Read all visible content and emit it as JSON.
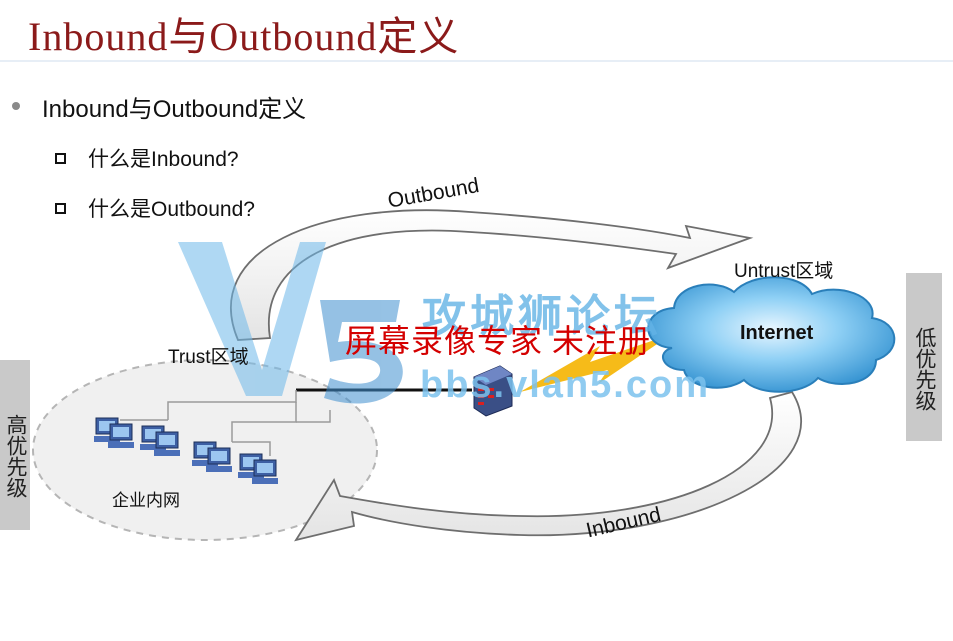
{
  "title": "Inbound与Outbound定义",
  "bullet": "Inbound与Outbound定义",
  "sub_items": [
    "什么是Inbound?",
    "什么是Outbound?"
  ],
  "diagram": {
    "outbound_label": "Outbound",
    "inbound_label": "Inbound",
    "untrust_label": "Untrust区域",
    "trust_label": "Trust区域",
    "internet_label": "Internet",
    "intranet_label": "企业内网",
    "high_priority": "高优先级",
    "low_priority": "低优先级"
  },
  "watermark": {
    "recorder": "屏幕录像专家 未注册",
    "brand": "攻城狮论坛",
    "site": "bbs.vlan5.com"
  },
  "colors": {
    "title": "#8b1a1a",
    "cloud": "#4aa8e0",
    "watermark_blue": "#63b3e6",
    "watermark_red": "#d40000"
  }
}
